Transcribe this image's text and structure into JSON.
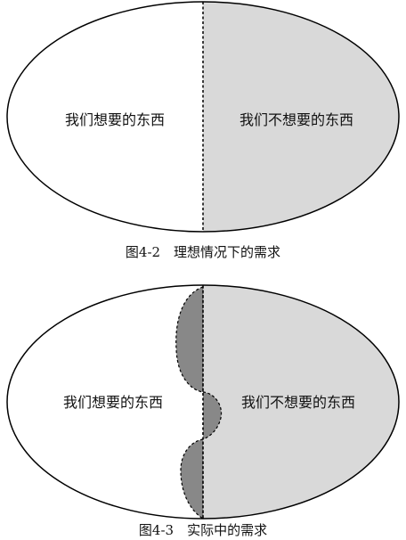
{
  "colors": {
    "background": "#ffffff",
    "outline": "#000000",
    "unwanted_region": "#d9d9d9",
    "overlap_region": "#888888",
    "text": "#111111"
  },
  "figures": [
    {
      "id": "4-2",
      "left_label": "我们想要的东西",
      "right_label": "我们不想要的东西",
      "caption": "图4-2　理想情况下的需求"
    },
    {
      "id": "4-3",
      "left_label": "我们想要的东西",
      "right_label": "我们不想要的东西",
      "caption": "图4-3　实际中的需求"
    }
  ]
}
